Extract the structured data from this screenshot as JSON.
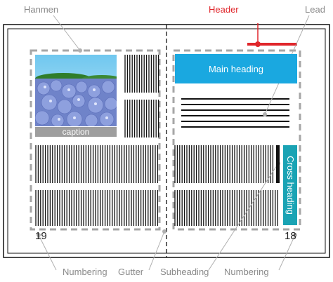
{
  "labels": {
    "hanmen": "Hanmen",
    "header": "Header",
    "lead": "Lead",
    "numbering_left": "Numbering",
    "gutter": "Gutter",
    "subheading": "Subheading",
    "numbering_right": "Numbering"
  },
  "page_numbers": {
    "left": "19",
    "right": "18"
  },
  "boxes": {
    "main_heading": "Main heading",
    "cross_heading": "Cross heading",
    "caption": "caption"
  },
  "colors": {
    "header_accent": "#e0262b",
    "main_heading_bg": "#1aa8e0",
    "cross_heading_bg": "#1aa3b4",
    "caption_bg": "#9e9e9e",
    "dashed_frame": "#a6a6a6",
    "leader_lines": "#b0b0b0"
  },
  "icons": {
    "photo": "hydrangea-photo",
    "leader_dot": "dot-marker"
  }
}
